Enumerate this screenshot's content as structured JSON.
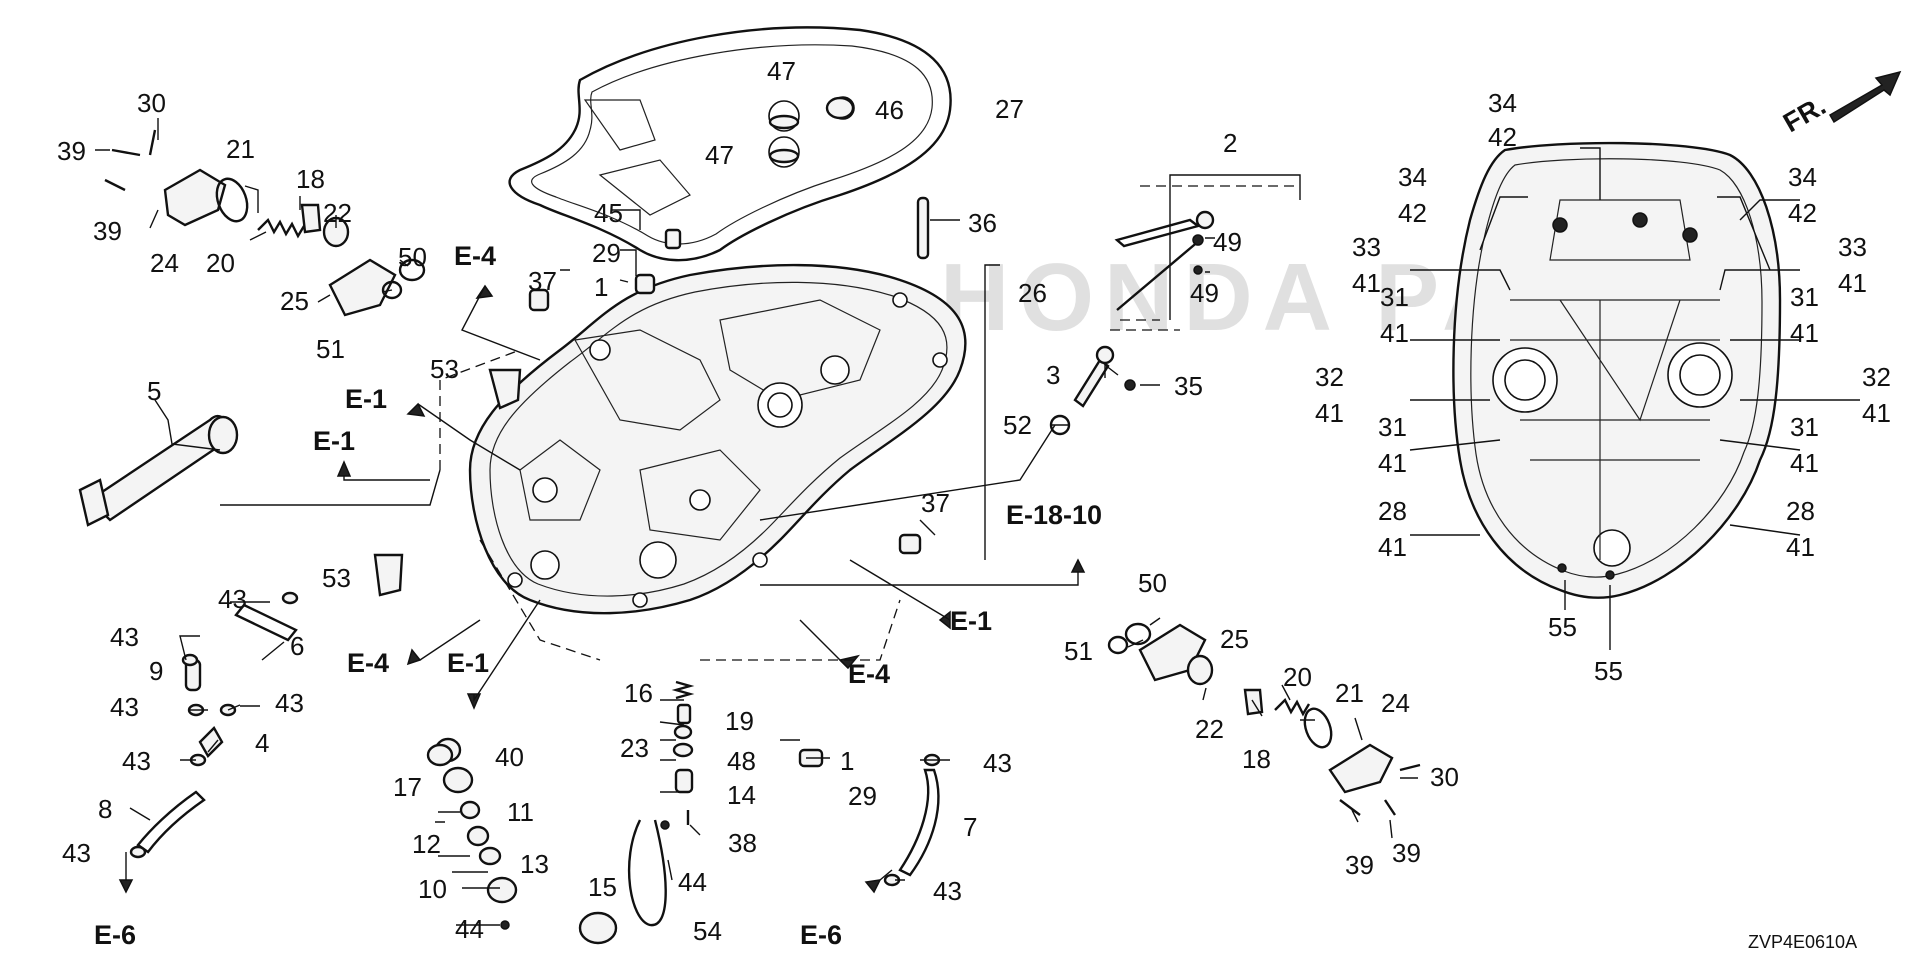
{
  "diagram": {
    "code": "ZVP4E0610A",
    "direction_label": "FR.",
    "watermark": "HONDA PARTS",
    "labels": {
      "p1a": "1",
      "p1b": "1",
      "p2": "2",
      "p3": "3",
      "p4": "4",
      "p5": "5",
      "p6": "6",
      "p7": "7",
      "p8": "8",
      "p9": "9",
      "p10": "10",
      "p11": "11",
      "p12": "12",
      "p13": "13",
      "p14": "14",
      "p15": "15",
      "p16": "16",
      "p17": "17",
      "p18a": "18",
      "p18b": "18",
      "p19": "19",
      "p20a": "20",
      "p20b": "20",
      "p21a": "21",
      "p21b": "21",
      "p22a": "22",
      "p22b": "22",
      "p23": "23",
      "p24a": "24",
      "p24b": "24",
      "p25a": "25",
      "p25b": "25",
      "p26": "26",
      "p27": "27",
      "p28a_top": "28",
      "p28a_bot": "41",
      "p28b_top": "28",
      "p28b_bot": "41",
      "p29a": "29",
      "p29b": "29",
      "p30a": "30",
      "p30b": "30",
      "p31a_top": "31",
      "p31a_bot": "41",
      "p31b_top": "31",
      "p31b_bot": "41",
      "p31c_top": "31",
      "p31c_bot": "41",
      "p31d_top": "31",
      "p31d_bot": "41",
      "p32a_top": "32",
      "p32a_bot": "41",
      "p32b_top": "32",
      "p32b_bot": "41",
      "p33a_top": "33",
      "p33a_bot": "41",
      "p33b_top": "33",
      "p33b_bot": "41",
      "p34a_top": "34",
      "p34a_bot": "42",
      "p34b_top": "34",
      "p34b_bot": "42",
      "p34c_top": "34",
      "p34c_bot": "42",
      "p35": "35",
      "p36": "36",
      "p37a": "37",
      "p37b": "37",
      "p38": "38",
      "p39a": "39",
      "p39b": "39",
      "p39c": "39",
      "p39d": "39",
      "p40": "40",
      "p43a": "43",
      "p43b": "43",
      "p43c": "43",
      "p43d": "43",
      "p43e": "43",
      "p43f": "43",
      "p43g": "43",
      "p43h": "43",
      "p44a": "44",
      "p44b": "44",
      "p45": "45",
      "p46": "46",
      "p47a": "47",
      "p47b": "47",
      "p48": "48",
      "p49a": "49",
      "p49b": "49",
      "p50a": "50",
      "p50b": "50",
      "p51a": "51",
      "p51b": "51",
      "p52": "52",
      "p53a": "53",
      "p53b": "53",
      "p54": "54",
      "p55a": "55",
      "p55b": "55"
    },
    "references": {
      "r_e4_a": "E-4",
      "r_e4_b": "E-4",
      "r_e4_c": "E-4",
      "r_e1_a": "E-1",
      "r_e1_b": "E-1",
      "r_e1_c": "E-1",
      "r_e1_d": "E-1",
      "r_e18": "E-18-10",
      "r_e6_a": "E-6",
      "r_e6_b": "E-6"
    }
  }
}
